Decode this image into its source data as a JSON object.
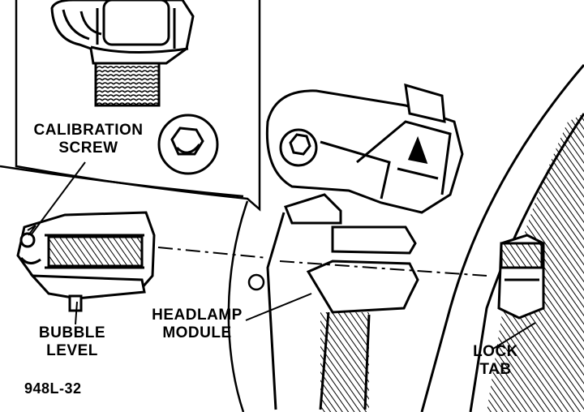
{
  "labels": {
    "calibration_line1": "CALIBRATION",
    "calibration_line2": "SCREW",
    "bubble_line1": "BUBBLE",
    "bubble_line2": "LEVEL",
    "headlamp_line1": "HEADLAMP",
    "headlamp_line2": "MODULE",
    "lock_line1": "LOCK",
    "lock_line2": "TAB"
  },
  "figure_id": "948L-32",
  "colors": {
    "ink": "#000000",
    "paper": "#ffffff",
    "hatch": "#000000"
  }
}
